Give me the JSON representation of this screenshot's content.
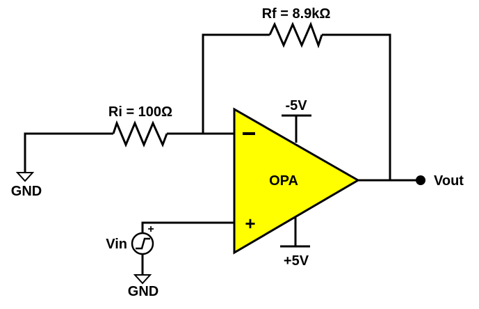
{
  "labels": {
    "rf": "Rf = 8.9kΩ",
    "ri": "Ri = 100Ω",
    "opamp": "OPA",
    "neg_supply": "-5V",
    "pos_supply": "+5V",
    "output": "Vout",
    "input": "Vin",
    "gnd_left": "GND",
    "gnd_bottom": "GND",
    "inverting_sign": "−",
    "noninverting_sign": "+",
    "source_polarity": "+"
  },
  "colors": {
    "opamp_fill": "#ffff00",
    "wire": "#000000"
  }
}
